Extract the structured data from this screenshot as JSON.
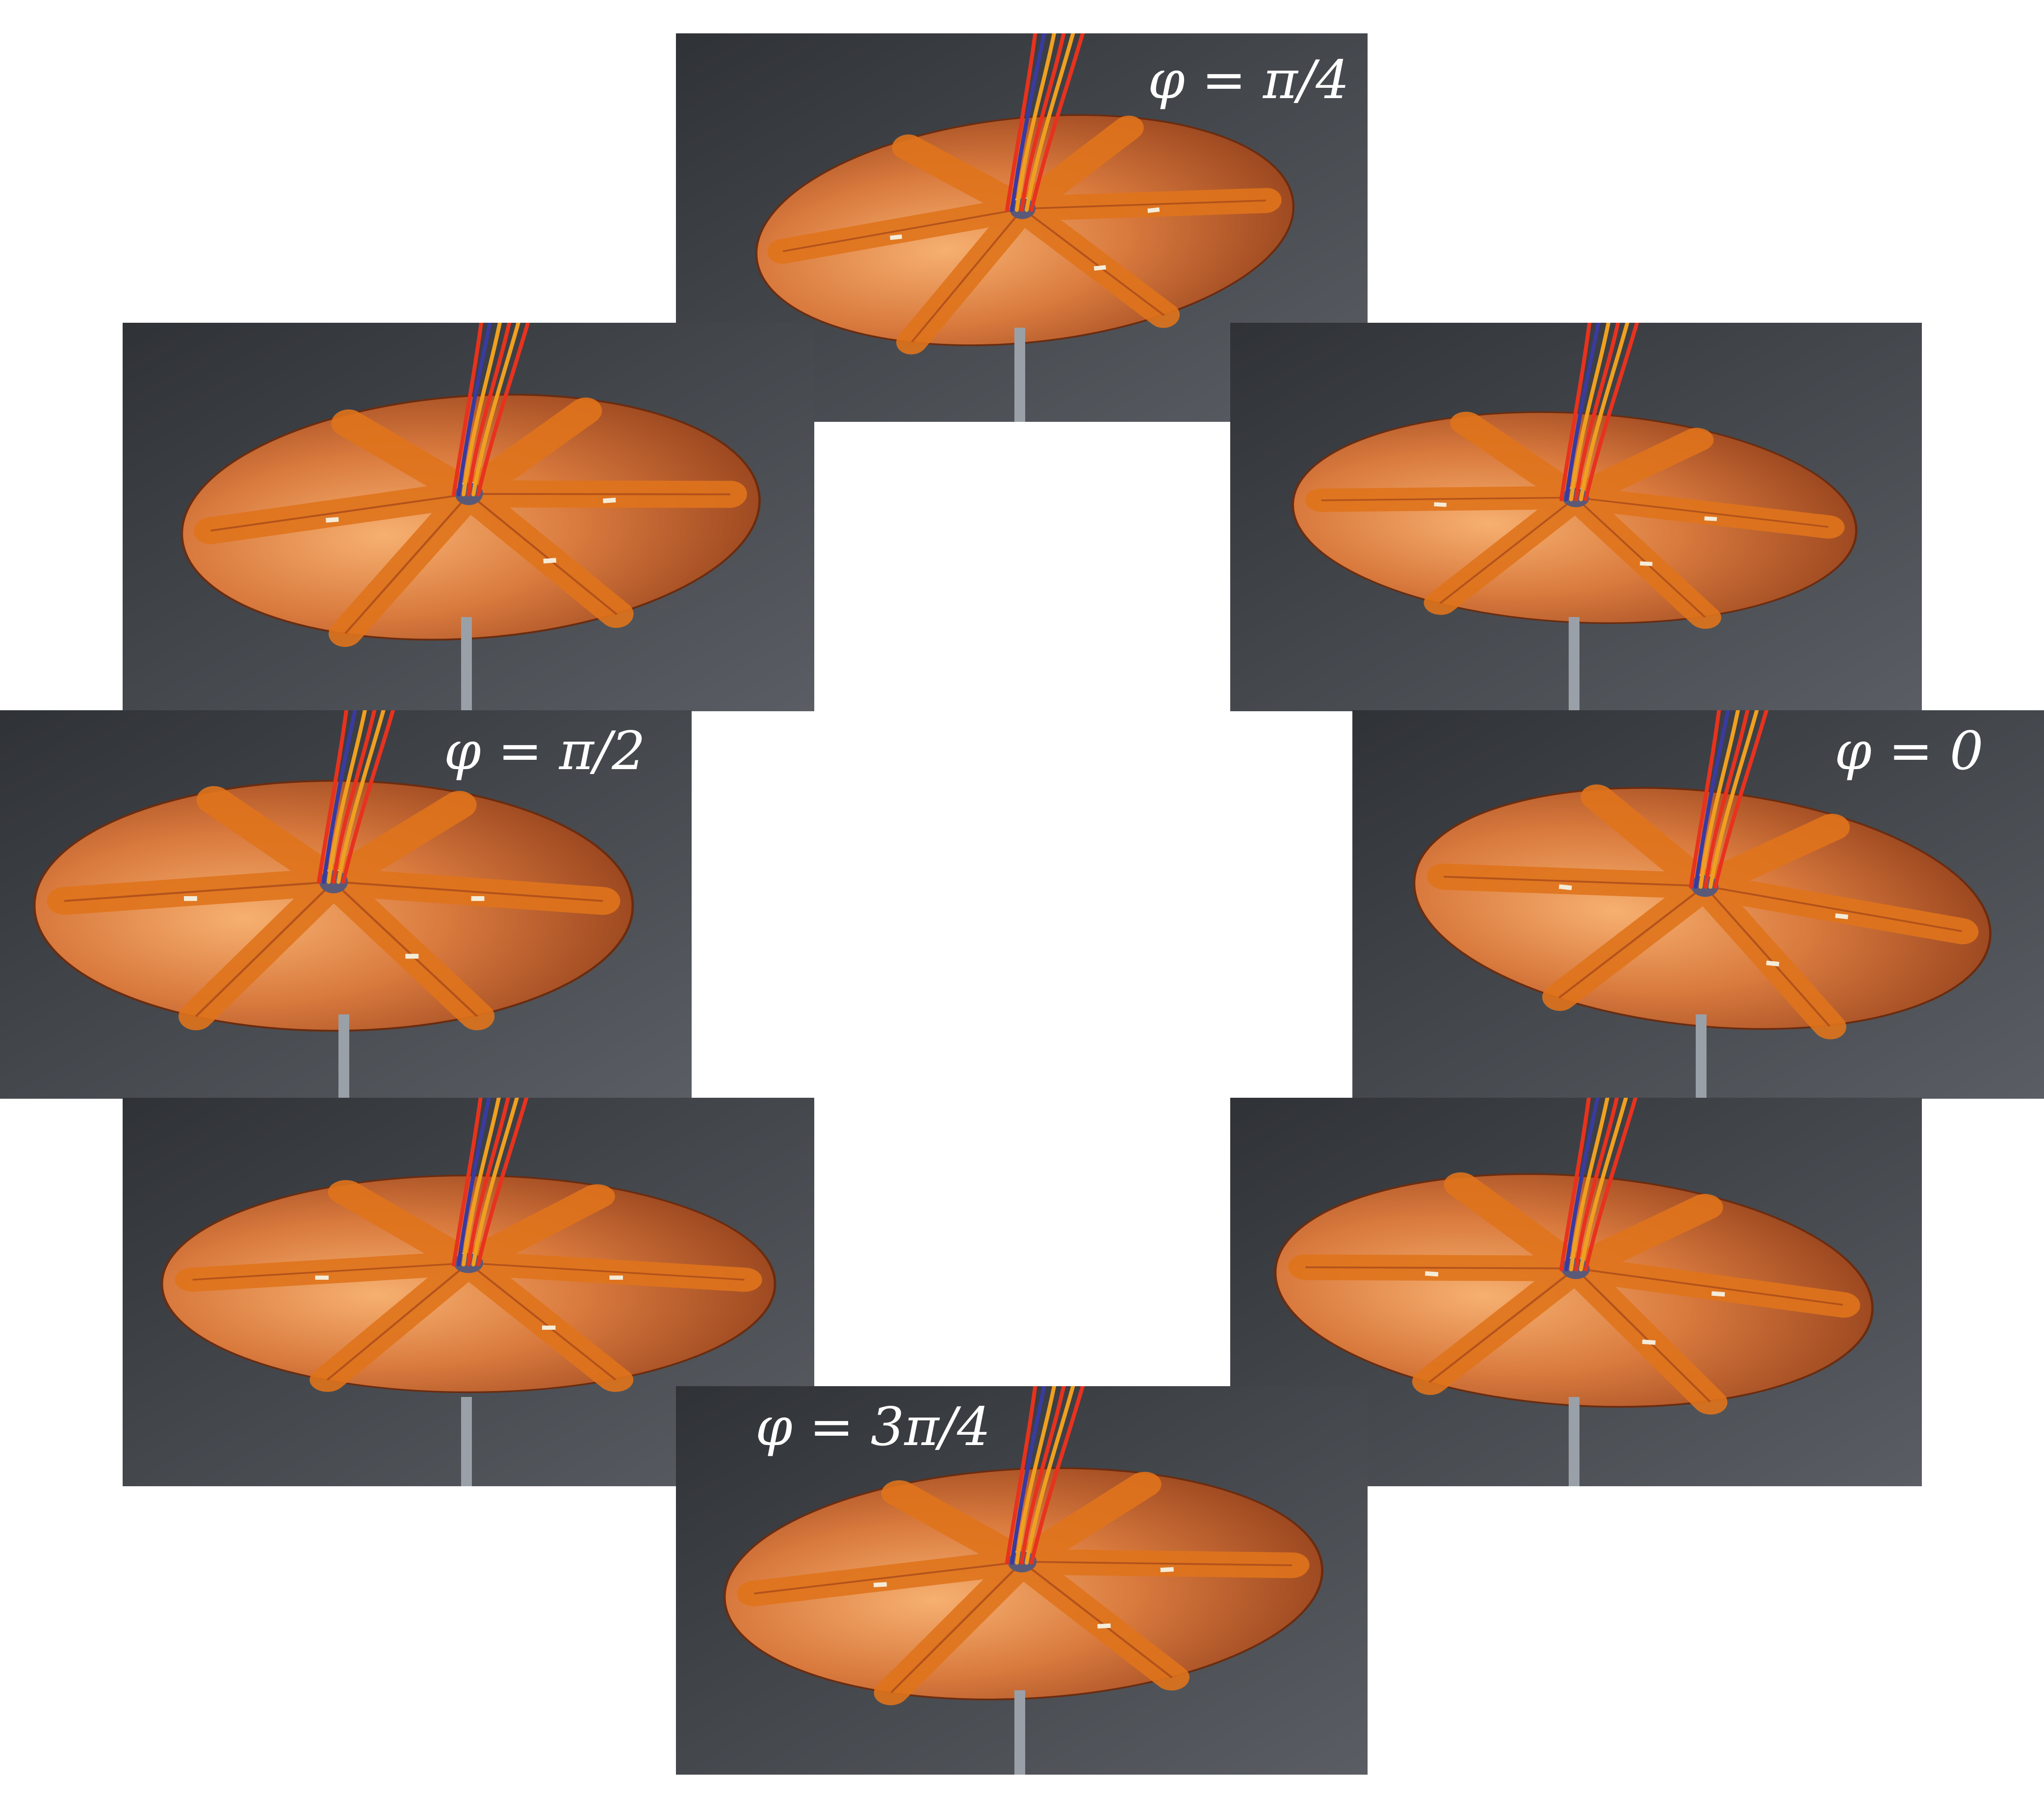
{
  "figure": {
    "panels": [
      {
        "id": "top",
        "phi_label": "φ = π/4"
      },
      {
        "id": "upper-left",
        "phi_label": ""
      },
      {
        "id": "upper-right",
        "phi_label": ""
      },
      {
        "id": "middle-left",
        "phi_label": "φ = π/2"
      },
      {
        "id": "middle-right",
        "phi_label": "φ = 0"
      },
      {
        "id": "lower-left",
        "phi_label": ""
      },
      {
        "id": "lower-right",
        "phi_label": ""
      },
      {
        "id": "bottom",
        "phi_label": "φ = 3π/4"
      }
    ]
  },
  "colors": {
    "background": "#ffffff",
    "photo_background": "#45484d",
    "copper_light": "#f2a060",
    "copper_mid": "#cf6a34",
    "copper_dark": "#8c3a18",
    "actuator_strip": "#e0741c",
    "wire_red": "#e8321e",
    "wire_orange": "#f0a020",
    "wire_blue": "#3a3aa0",
    "label_text": "#ffffff"
  }
}
